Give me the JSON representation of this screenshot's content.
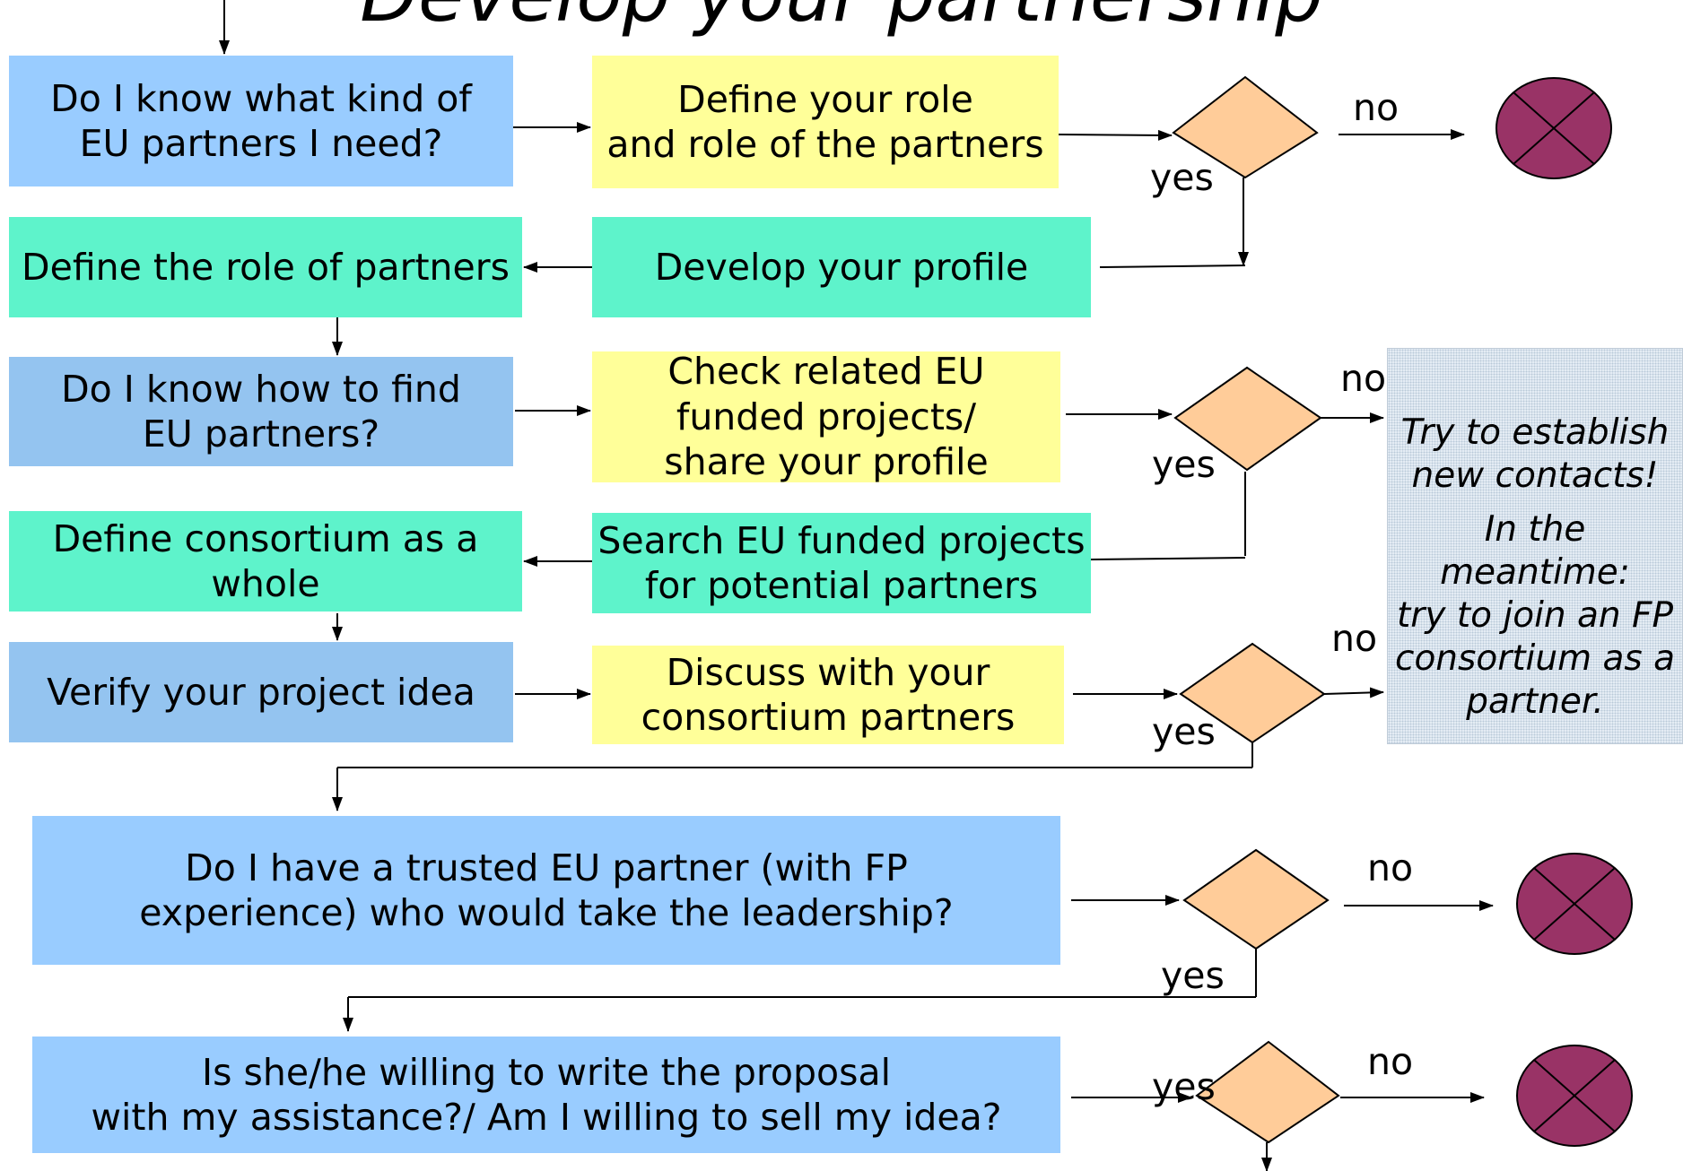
{
  "title": "Develop your partnership",
  "boxes": {
    "q_kind": "Do I know what kind of\nEU partners I need?",
    "define_role": "Define your role\nand role of the partners",
    "define_role_partners": "Define the role of partners",
    "develop_profile": "Develop your profile",
    "q_find": "Do I know how to find\nEU partners?",
    "check_projects": "Check related EU\nfunded projects/\nshare your profile",
    "define_consortium": "Define consortium as a whole",
    "search_projects": "Search EU funded projects\nfor potential partners",
    "verify_idea": "Verify your project idea",
    "discuss": "Discuss with your\nconsortium partners",
    "q_trusted": "Do I have a trusted EU partner (with FP\nexperience) who would take the leadership?",
    "q_willing": "Is she/he willing to write the proposal\nwith my assistance?/ Am I willing to sell my idea?"
  },
  "note": {
    "line1": "Try to establish\nnew contacts!",
    "line2": "In the meantime:\ntry to join an FP\nconsortium as a\npartner."
  },
  "labels": {
    "no1": "no",
    "yes1": "yes",
    "no2": "no",
    "yes2": "yes",
    "no3": "no",
    "yes3": "yes",
    "no4": "no",
    "yes4": "yes",
    "no5": "no",
    "yes5": "yes"
  },
  "colors": {
    "question": "#99ccff",
    "action": "#ffff99",
    "result": "#5ef3cb",
    "decision": "#ffcc99",
    "stop": "#993366"
  }
}
